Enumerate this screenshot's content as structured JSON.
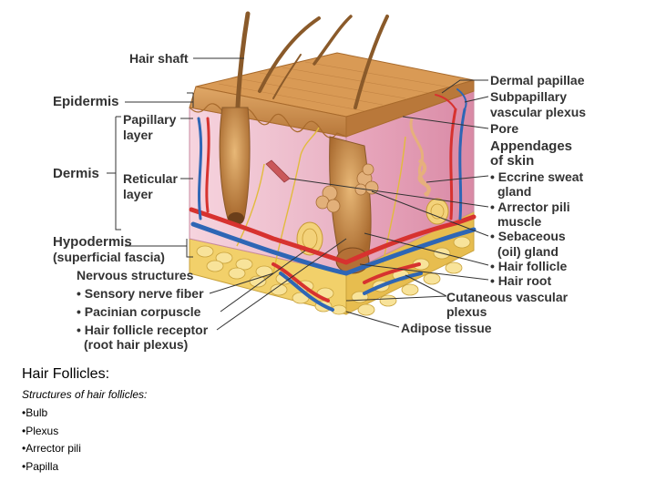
{
  "diagram": {
    "labels_left": {
      "hair_shaft": "Hair shaft",
      "epidermis": "Epidermis",
      "papillary_layer_1": "Papillary",
      "papillary_layer_2": "layer",
      "dermis": "Dermis",
      "reticular_layer_1": "Reticular",
      "reticular_layer_2": "layer",
      "hypodermis": "Hypodermis",
      "superficial_fascia": "(superficial fascia)",
      "nervous_structures": "Nervous structures",
      "sensory_nerve_fiber": "• Sensory nerve fiber",
      "pacinian_corpuscle": "• Pacinian corpuscle",
      "hair_follicle_receptor_1": "• Hair follicle receptor",
      "hair_follicle_receptor_2": "(root hair plexus)"
    },
    "labels_right": {
      "dermal_papillae": "Dermal papillae",
      "subpapillary_1": "Subpapillary",
      "subpapillary_2": "vascular plexus",
      "pore": "Pore",
      "appendages_1": "Appendages",
      "appendages_2": "of skin",
      "eccrine_1": "• Eccrine sweat",
      "eccrine_2": "gland",
      "arrector_1": "• Arrector pili",
      "arrector_2": "muscle",
      "sebaceous_1": "• Sebaceous",
      "sebaceous_2": "(oil) gland",
      "hair_follicle": "• Hair follicle",
      "hair_root": "• Hair root",
      "cutaneous_1": "Cutaneous vascular",
      "cutaneous_2": "plexus",
      "adipose": "Adipose tissue"
    },
    "colors": {
      "epidermis": "#c98a45",
      "dermis": "#f1c6d3",
      "adipose": "#f4d97a",
      "artery": "#d7322f",
      "vein": "#2e66b5",
      "nerve": "#e8c44a",
      "label_text": "#333333"
    }
  },
  "caption": {
    "title": "Hair Follicles:",
    "subtitle": "Structures of hair follicles:",
    "items": [
      "•Bulb",
      "•Plexus",
      "•Arrector pili",
      "•Papilla"
    ]
  }
}
